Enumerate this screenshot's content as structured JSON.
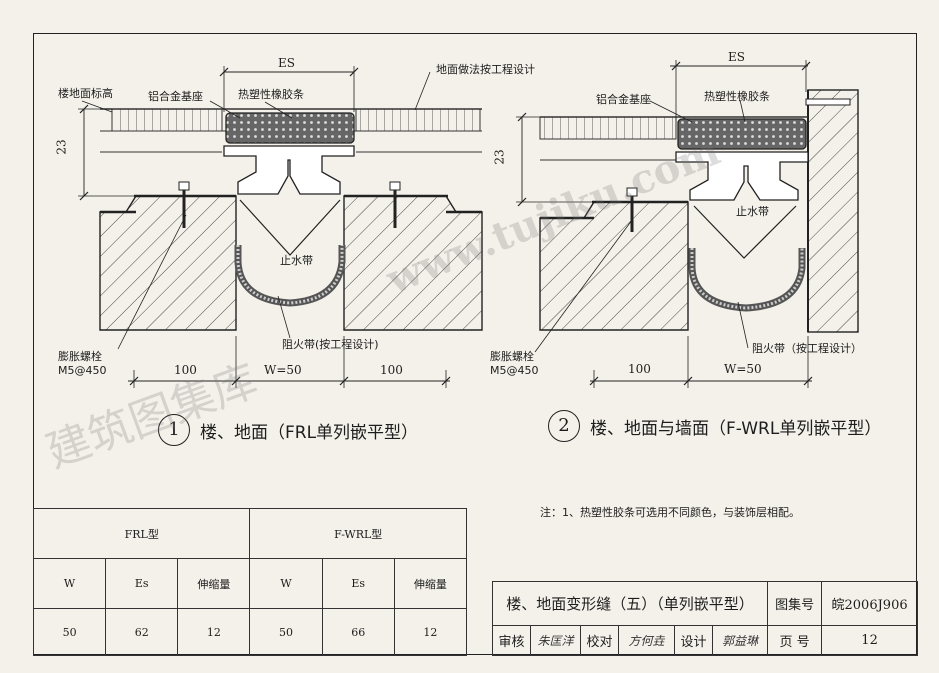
{
  "diagram1": {
    "number": "1",
    "caption": "楼、地面（FRL单列嵌平型）",
    "labels": {
      "floor_level": "楼地面标高",
      "base": "铝合金基座",
      "rubber_strip": "热塑性橡胶条",
      "floor_finish": "地面做法按工程设计",
      "water_stop": "止水带",
      "fire_stop": "阻火带(按工程设计)",
      "bolt": "膨胀螺栓",
      "bolt_spec": "M5@450"
    },
    "dims": {
      "es": "ES",
      "height": "23",
      "left_width": "100",
      "gap": "W=50",
      "right_width": "100"
    }
  },
  "diagram2": {
    "number": "2",
    "caption": "楼、地面与墙面（F-WRL单列嵌平型）",
    "labels": {
      "base": "铝合金基座",
      "rubber_strip": "热塑性橡胶条",
      "water_stop": "止水带",
      "fire_stop": "阻火带（按工程设计）",
      "bolt": "膨胀螺栓",
      "bolt_spec": "M5@450"
    },
    "dims": {
      "es": "ES",
      "height": "23",
      "left_width": "100",
      "gap": "W=50"
    }
  },
  "note": "注：1、热塑性胶条可选用不同颜色，与装饰层相配。",
  "spec_table": {
    "groups": [
      "FRL型",
      "F-WRL型"
    ],
    "headers": [
      "W",
      "Es",
      "伸缩量",
      "W",
      "Es",
      "伸缩量"
    ],
    "row": [
      "50",
      "62",
      "12",
      "50",
      "66",
      "12"
    ]
  },
  "title_block": {
    "title": "楼、地面变形缝（五）（单列嵌平型）",
    "atlas_label": "图集号",
    "atlas_no": "皖2006J906",
    "review_label": "审核",
    "review_sig": "朱匡洋",
    "check_label": "校对",
    "check_sig": "方何垚",
    "design_label": "设计",
    "design_sig": "郭益琳",
    "page_label": "页 号",
    "page_no": "12"
  },
  "watermark": {
    "cn": "建筑图集库",
    "url": "www.tujiku.com"
  }
}
